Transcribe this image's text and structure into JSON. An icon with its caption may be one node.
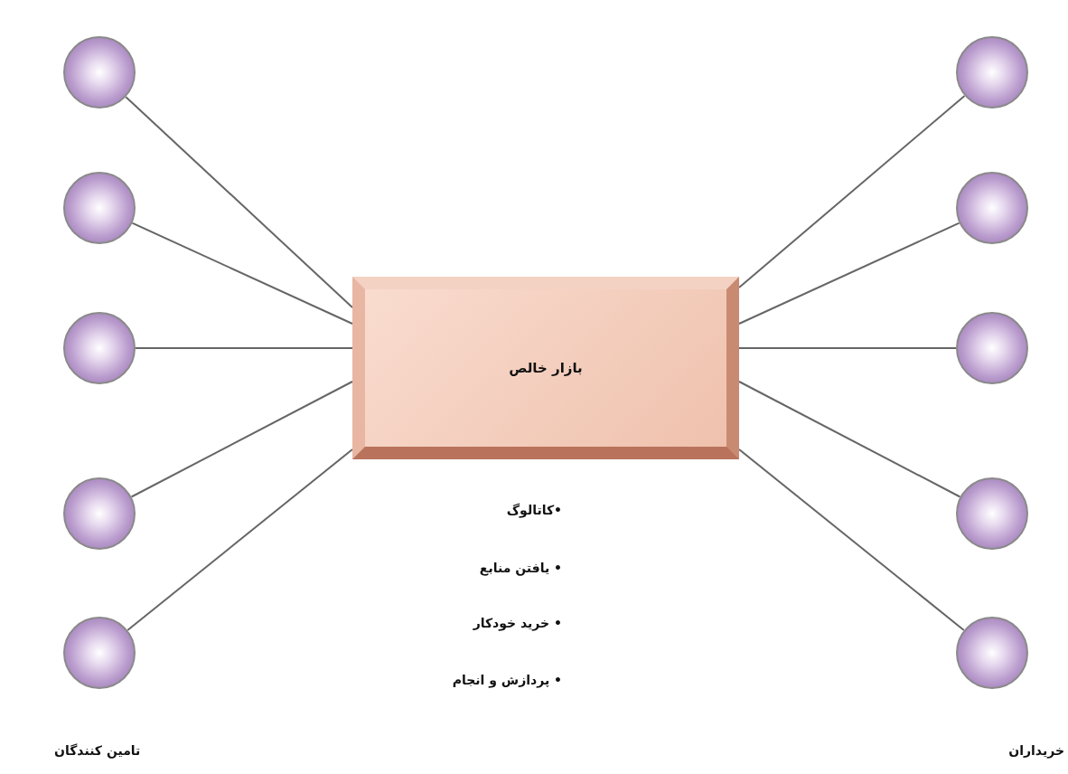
{
  "diagram": {
    "nodes": [
      {
        "text": [],
        "shape": "circle"
      },
      {
        "text": [],
        "shape": "circle"
      },
      {
        "text": [],
        "shape": "circle"
      },
      {
        "text": [],
        "shape": "circle"
      },
      {
        "text": [],
        "shape": "circle"
      },
      {
        "text": [
          "بازار خالص"
        ]
      },
      {
        "text": [],
        "shape": "circle"
      },
      {
        "text": [],
        "shape": "circle"
      },
      {
        "text": [],
        "shape": "circle"
      },
      {
        "text": [],
        "shape": "circle"
      },
      {
        "text": [],
        "shape": "circle"
      }
    ],
    "edges": [
      {
        "from": 0,
        "to": 5,
        "arrow": "none"
      },
      {
        "from": 1,
        "to": 5,
        "arrow": "none"
      },
      {
        "from": 2,
        "to": 5,
        "arrow": "none"
      },
      {
        "from": 3,
        "to": 5,
        "arrow": "none"
      },
      {
        "from": 4,
        "to": 5,
        "arrow": "none"
      },
      {
        "from": 6,
        "to": 5,
        "arrow": "none"
      },
      {
        "from": 7,
        "to": 5,
        "arrow": "none"
      },
      {
        "from": 8,
        "to": 5,
        "arrow": "none"
      },
      {
        "from": 9,
        "to": 5,
        "arrow": "none"
      },
      {
        "from": 10,
        "to": 5,
        "arrow": "none"
      }
    ],
    "labels": [
      "•کاتالوگ",
      "• یافتن منابع",
      "• خرید خودکار",
      "• پردازش و انجام",
      "تامین کنندگان",
      "خریداران"
    ]
  }
}
